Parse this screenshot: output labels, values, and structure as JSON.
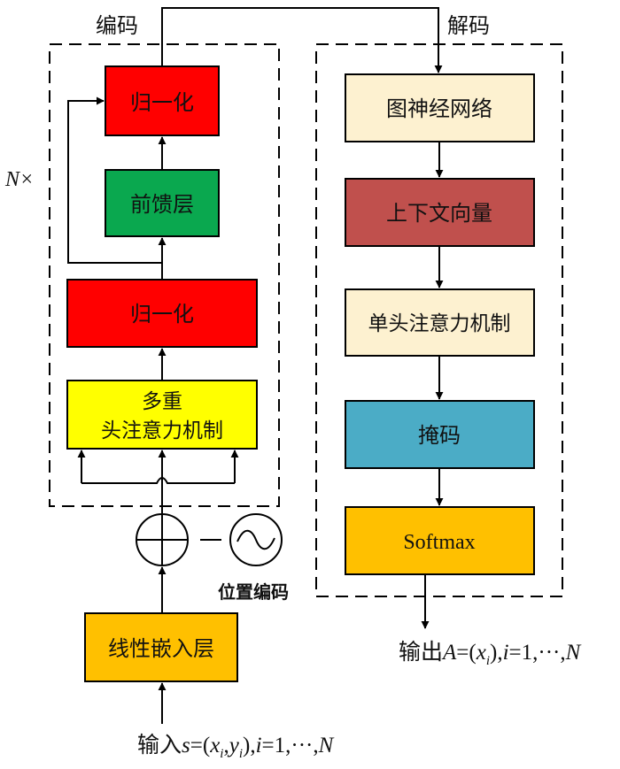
{
  "encoder": {
    "title": "编码",
    "repeat_label": "N×",
    "blocks": {
      "norm_top": "归一化",
      "feed_forward": "前馈层",
      "norm_bottom": "归一化",
      "mha_line1": "多重",
      "mha_line2": "头注意力机制"
    }
  },
  "positional_encoding_label": "位置编码",
  "embedding_label": "线性嵌入层",
  "input_label": {
    "prefix": "输入",
    "formula_s": "s",
    "formula_eq": "=(",
    "x": "x",
    "i1": "i",
    "comma1": ",",
    "y": "y",
    "i2": "i",
    "close": "),",
    "i3": "i",
    "rest": "=1,···,",
    "n": "N"
  },
  "decoder": {
    "title": "解码",
    "blocks": {
      "gnn": "图神经网络",
      "context": "上下文向量",
      "single_head": "单头注意力机制",
      "mask": "掩码",
      "softmax": "Softmax"
    }
  },
  "output_label": {
    "prefix": "输出",
    "a": "A",
    "eq": "=(",
    "x": "x",
    "i1": "i",
    "close": "),",
    "i2": "i",
    "rest": "=1,···,",
    "n": "N"
  },
  "colors": {
    "norm": "#ff0000",
    "feed_forward": "#0aa84f",
    "mha": "#ffff00",
    "embedding": "#ffc000",
    "gnn": "#fdf1d0",
    "context": "#c0504d",
    "single_head": "#fdf1d0",
    "mask": "#4bacc6",
    "softmax": "#ffc000"
  }
}
